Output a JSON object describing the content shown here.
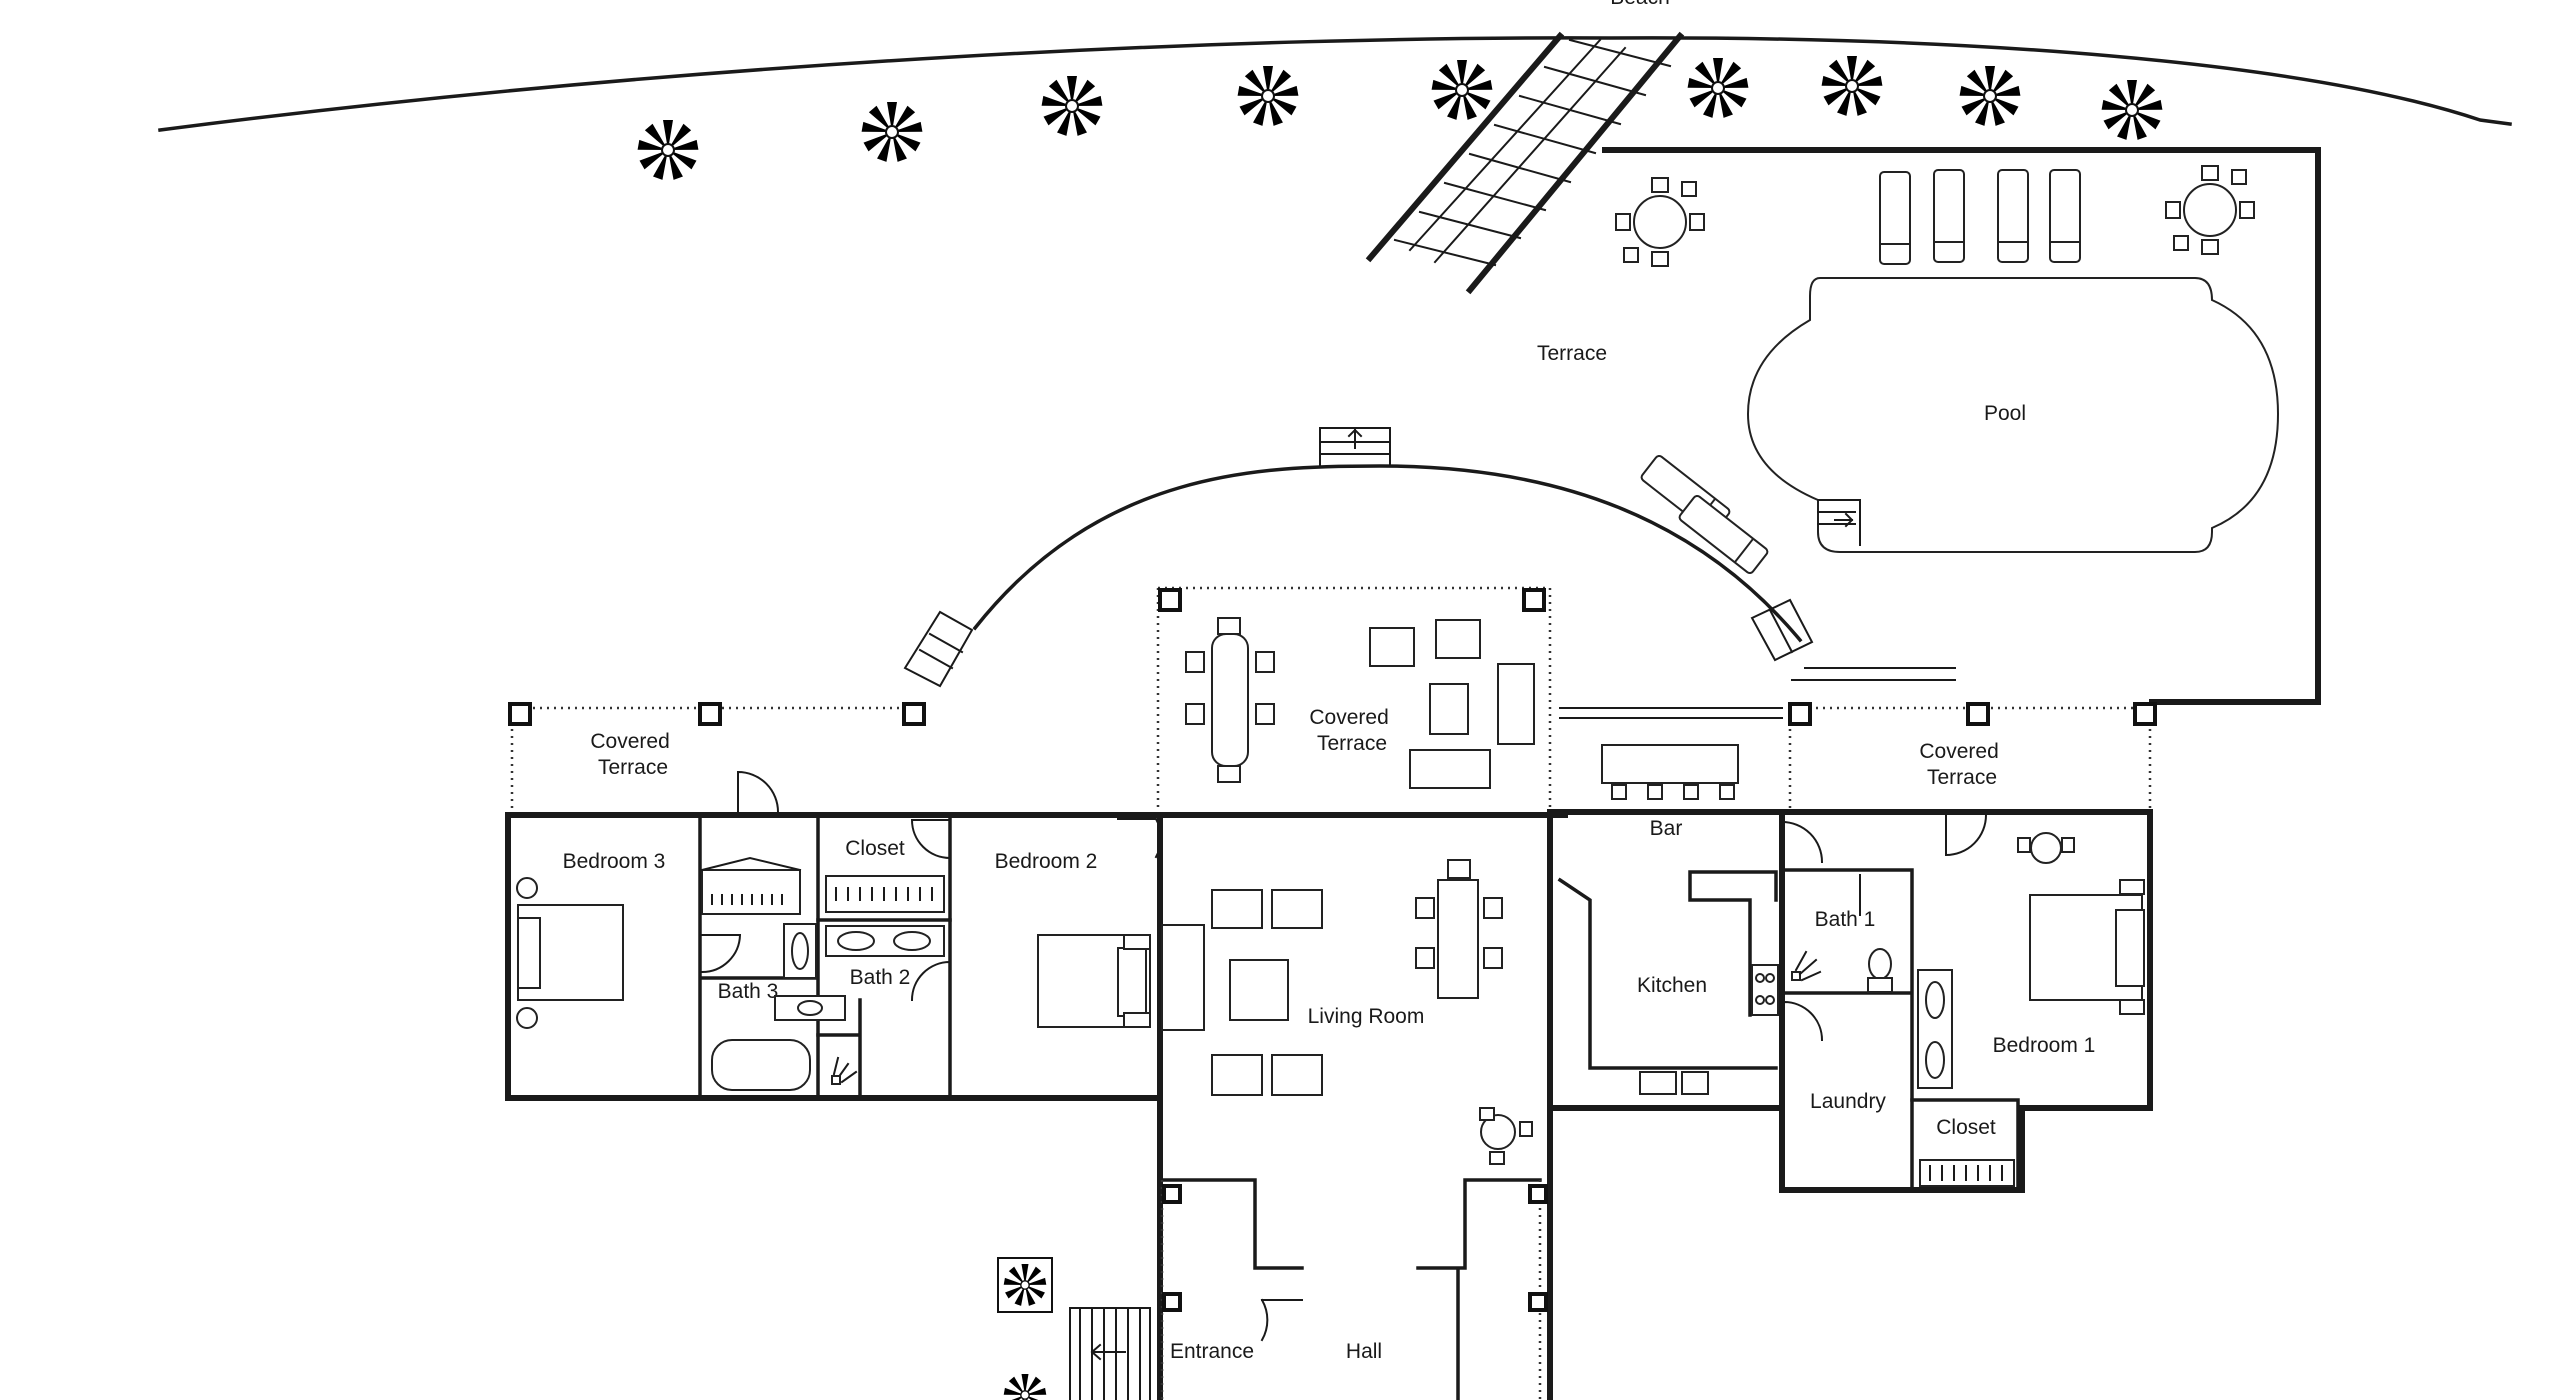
{
  "title": "",
  "top_partial_label": "Beach",
  "rooms": {
    "terrace": "Terrace",
    "pool": "Pool",
    "covered_terrace_left": [
      "Covered",
      "Terrace"
    ],
    "covered_terrace_center": [
      "Covered",
      "Terrace"
    ],
    "covered_terrace_right": [
      "Covered",
      "Terrace"
    ],
    "bedroom3": "Bedroom 3",
    "closet_left": "Closet",
    "bath3": "Bath 3",
    "bath2": "Bath 2",
    "bedroom2": "Bedroom 2",
    "living_room": "Living Room",
    "bar": "Bar",
    "kitchen": "Kitchen",
    "bath1": "Bath 1",
    "bedroom1": "Bedroom 1",
    "laundry": "Laundry",
    "closet_right": "Closet",
    "entrance": "Entrance",
    "hall": "Hall"
  },
  "icons": [
    "palm-tree-icon",
    "sun-lounger-icon",
    "round-table-icon",
    "bed-icon",
    "sofa-icon",
    "bathtub-icon",
    "shower-icon",
    "stairs-icon",
    "door-icon",
    "stove-icon"
  ]
}
